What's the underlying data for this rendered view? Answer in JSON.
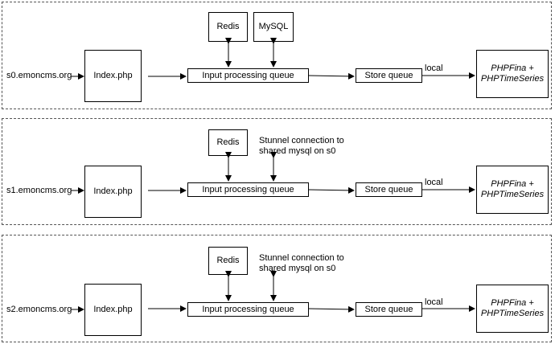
{
  "servers": [
    {
      "host": "s0.emoncms.org",
      "index": "Index.php",
      "input_queue": "Input processing queue",
      "store_queue": "Store queue",
      "local": "local",
      "storage": "PHPFina +\nPHPTimeSeries",
      "redis": "Redis",
      "mysql": "MySQL",
      "note": ""
    },
    {
      "host": "s1.emoncms.org",
      "index": "Index.php",
      "input_queue": "Input processing queue",
      "store_queue": "Store queue",
      "local": "local",
      "storage": "PHPFina +\nPHPTimeSeries",
      "redis": "Redis",
      "mysql": "",
      "note": "Stunnel connection to\nshared mysql on s0"
    },
    {
      "host": "s2.emoncms.org",
      "index": "Index.php",
      "input_queue": "Input processing queue",
      "store_queue": "Store queue",
      "local": "local",
      "storage": "PHPFina +\nPHPTimeSeries",
      "redis": "Redis",
      "mysql": "",
      "note": "Stunnel connection to\nshared mysql on s0"
    }
  ]
}
